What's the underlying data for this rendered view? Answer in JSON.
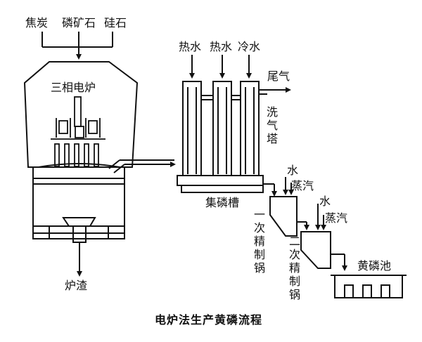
{
  "inputs": {
    "coke": "焦炭",
    "phosphate_ore": "磷矿石",
    "silica": "硅石"
  },
  "furnace": {
    "label": "三相电炉",
    "slag": "炉渣"
  },
  "tower": {
    "water_hot_1": "热水",
    "water_hot_2": "热水",
    "water_cold": "冷水",
    "tail_gas": "尾气",
    "label": "洗气塔"
  },
  "collector": {
    "label": "集磷槽"
  },
  "refine1": {
    "label": "一次精制锅",
    "water": "水",
    "steam": "蒸汽"
  },
  "refine2": {
    "label": "二次精制锅",
    "water": "水",
    "steam": "蒸汽"
  },
  "pool": {
    "label": "黄磷池"
  },
  "caption": "电炉法生产黄磷流程"
}
